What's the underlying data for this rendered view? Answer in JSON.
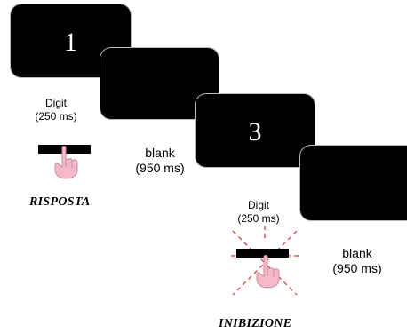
{
  "screens": {
    "s1_digit": "1",
    "s3_digit": "3"
  },
  "captions": {
    "digit1_line1": "Digit",
    "digit1_line2": "(250 ms)",
    "blank1_line1": "blank",
    "blank1_line2": "(950 ms)",
    "digit2_line1": "Digit",
    "digit2_line2": "(250 ms)",
    "blank2_line1": "blank",
    "blank2_line2": "(950 ms)"
  },
  "labels": {
    "response": "RISPOSTA",
    "inhibition": "INIBIZIONE"
  },
  "icons": {
    "press": "hand-pointing-icon",
    "inhibit": "crossed-hand-icon"
  },
  "colors": {
    "screen": "#000000",
    "hand": "#f4b8c8",
    "rays": "#e03030"
  }
}
